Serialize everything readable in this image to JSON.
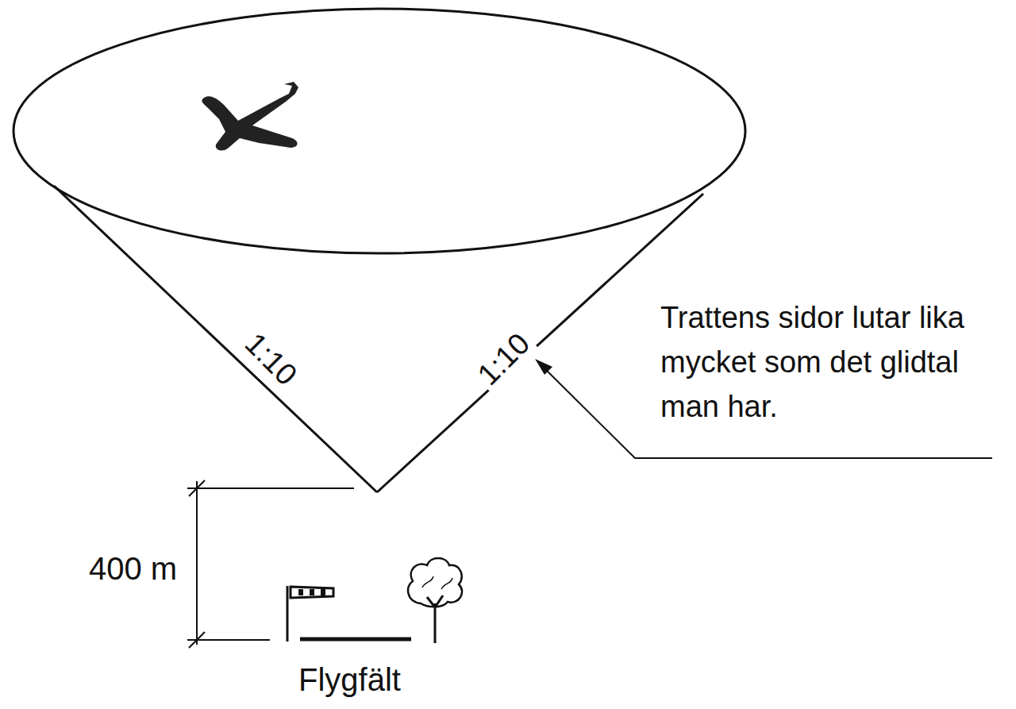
{
  "diagram": {
    "labels": [
      "1:10",
      "1:10",
      "Trattens sidor lutar lika mycket som det glidtal man har.",
      "400 m",
      "Flygfält"
    ]
  }
}
